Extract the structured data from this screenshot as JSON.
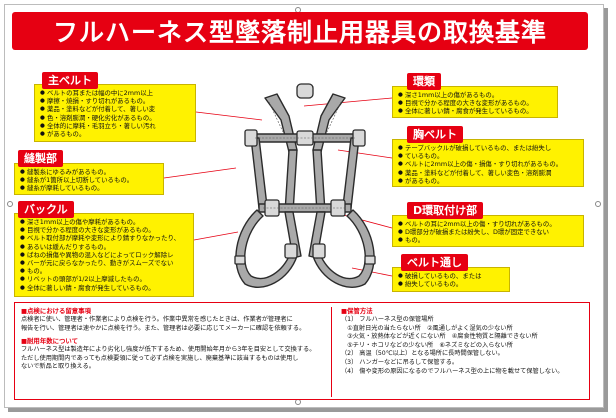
{
  "title": "フルハーネス型墜落制止用器具の取換基準",
  "left": [
    {
      "label": "主ベルト",
      "items": [
        "ベルトの耳または幅の中に2mm以上",
        "摩擦・焼損・すり切れがあるもの。",
        "薬品・塗料などが付着して、著しい変",
        "色・溶剤膨潤・硬化劣化があるもの。",
        "全体的に摩耗・毛羽立ち・著しい汚れ",
        "があるもの。"
      ]
    },
    {
      "label": "縫製部",
      "items": [
        "縫製糸にゆるみがあるもの。",
        "縫糸が1箇所以上切断しているもの。",
        "縫糸が摩耗しているもの。"
      ]
    },
    {
      "label": "バックル",
      "items": [
        "深さ1mm以上の傷や摩耗があるもの。",
        "目視で分かる程度の大きな変形があるもの。",
        "ベルト取付部が摩耗や変形により錆すりなかったり、",
        "あるいは緩んだりするもの。",
        "ばねの損傷や異物の混入などによってロック解除レ",
        "バーが元に戻らなかったり、動きがスムーズでない",
        "もの。",
        "リベットの頭部が1/2以上摩滅したもの。",
        "全体に著しい錆・腐食が発生しているもの。"
      ]
    }
  ],
  "right": [
    {
      "label": "環類",
      "items": [
        "深さ1mm以上の傷があるもの。",
        "目視で分かる程度の大きな変形があるもの。",
        "全体に著しい錆・腐食が発生しているもの。"
      ]
    },
    {
      "label": "胸ベルト",
      "items": [
        "テープバックルが破損しているもの、または紛失し",
        "ているもの。",
        "ベルトに2mm以上の傷・損傷・すり切れがあるもの。",
        "薬品・塗料などが付着して、著しい変色・溶剤膨潤",
        "があるもの。"
      ]
    },
    {
      "label": "D環取付け部",
      "items": [
        "ベルトの耳に2mm以上の傷・すり切れがあるもの。",
        "D環部分が破損または紛失し、D環が固定できない",
        "もの。"
      ]
    },
    {
      "label": "ベルト通し",
      "items": [
        "破損しているもの、または",
        "紛失しているもの。"
      ]
    }
  ],
  "bottom": {
    "left": [
      {
        "heading": "■点検における留意事項",
        "lines": [
          "点検者に使い、管理者・作業者により点検を行う。作業中異常を感じたときは、作業者が管理者に",
          "報告を行い、管理者は速やかに点検を行う。また、管理者は必要に応じてメーカーに確認を依頼する。"
        ]
      },
      {
        "heading": "■耐用年数について",
        "lines": [
          "フルハーネス型は製造年により劣化し強度が低下するため、使用開始年月から3年を目安として交換する。",
          "ただし使用期間内であっても点検要領に従って必ず点検を実施し、廃棄基準に該当するものは使用し",
          "ないで新品と取り換える。"
        ]
      }
    ],
    "right": {
      "heading": "■保管方法",
      "lines": [
        "（1） フルハーネス型の保管場所",
        "　①直射日光の当たらない所　②風通しがよく湿気の少ない所",
        "　③火気・放熱体などが近くにない所　④腐食性物質と隔離できない所",
        "　⑤チリ・ホコリなどの少ない所　⑥ネズミなどの入らない所",
        "（2） 高温（50℃以上）となる場所に長時間保管しない。",
        "（3） ハンガーなどに吊るして保管する。",
        "（4） 傷や変形の原因になるのでフルハーネス型の上に物を載せて保管しない。"
      ]
    }
  },
  "colors": {
    "accent_red": "#e60012",
    "box_yellow": "#fff200",
    "harness_gray": "#a9a9a9"
  }
}
